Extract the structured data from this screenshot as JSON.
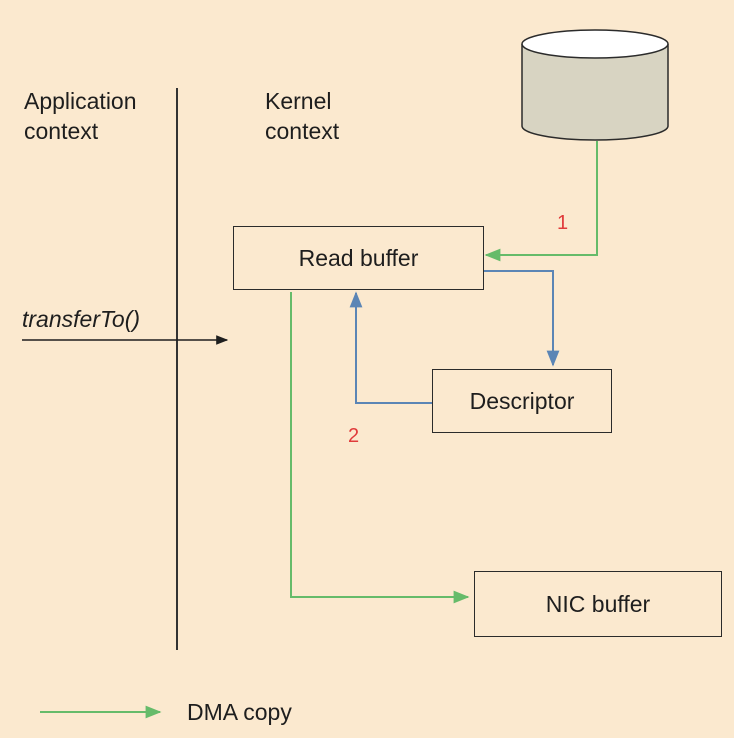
{
  "contexts": {
    "application": [
      "Application",
      "context"
    ],
    "kernel": [
      "Kernel",
      "context"
    ]
  },
  "call": "transferTo()",
  "boxes": {
    "read_buffer": "Read buffer",
    "descriptor": "Descriptor",
    "nic_buffer": "NIC buffer"
  },
  "steps": {
    "one": "1",
    "two": "2"
  },
  "legend": {
    "dma_copy": "DMA copy"
  },
  "colors": {
    "dma_arrow": "#66bb6a",
    "descriptor_arrow": "#5b85b5",
    "step_number": "#e03b3b",
    "disk_fill": "#d8d4c2",
    "background": "#fbe9cf"
  },
  "icons": {
    "storage": "disk-cylinder-icon"
  }
}
